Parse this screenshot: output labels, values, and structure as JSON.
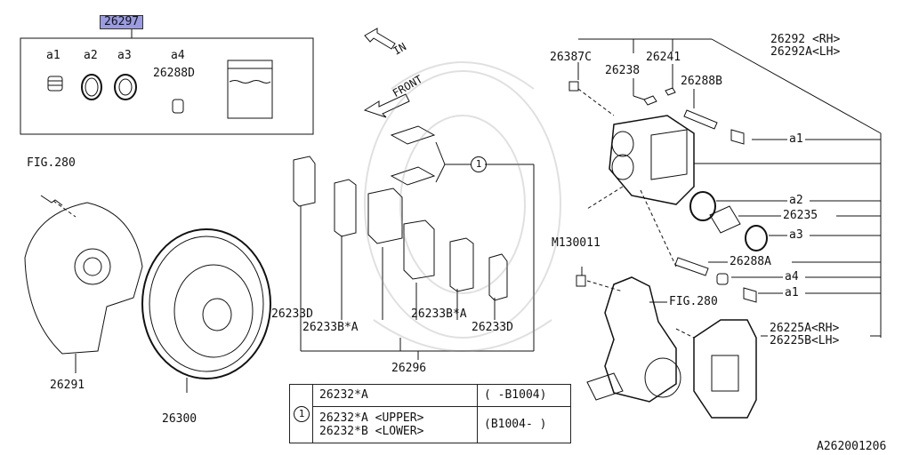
{
  "labels": {
    "kit_header": "26297",
    "kit_a1": "a1",
    "kit_a2": "a2",
    "kit_a3": "a3",
    "kit_a4": "a4",
    "kit_26288d": "26288D",
    "fig280_top": "FIG.280",
    "in_arrow": "IN",
    "front_arrow": "FRONT",
    "callout_1": "1",
    "p26387c": "26387C",
    "p26238": "26238",
    "p26241": "26241",
    "p26288b": "26288B",
    "p26292rh": "26292 <RH>",
    "p26292alh": "26292A<LH>",
    "cal_a1": "a1",
    "cal_a2": "a2",
    "cal_26235": "26235",
    "cal_a3": "a3",
    "cal_26288a": "26288A",
    "cal_a4": "a4",
    "cal_a1b": "a1",
    "m130011": "M130011",
    "fig280_mid": "FIG.280",
    "p26225arh": "26225A<RH>",
    "p26225blh": "26225B<LH>",
    "p26233d_left": "26233D",
    "p26233ba_left": "26233B*A",
    "p26233ba_right": "26233B*A",
    "p26233d_right": "26233D",
    "p26296": "26296",
    "p26291": "26291",
    "p26300": "26300",
    "ref_code": "A262001206"
  },
  "table": {
    "marker": "1",
    "row1_part": "26232*A",
    "row1_range": "( -B1004)",
    "row2_part_a": "26232*A <UPPER>",
    "row2_part_b": "26232*B <LOWER>",
    "row2_range": "(B1004- )"
  }
}
